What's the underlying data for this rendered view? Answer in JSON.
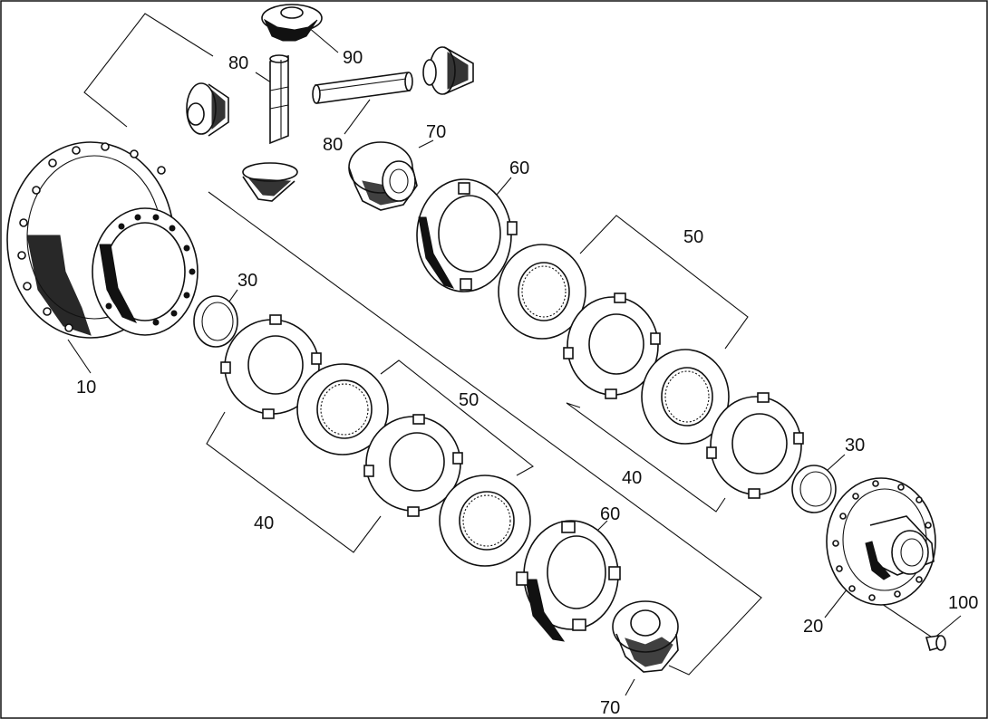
{
  "diagram": {
    "labels": [
      {
        "id": "label-10",
        "text": "10"
      },
      {
        "id": "label-20",
        "text": "20"
      },
      {
        "id": "label-30a",
        "text": "30"
      },
      {
        "id": "label-30b",
        "text": "30"
      },
      {
        "id": "label-40a",
        "text": "40"
      },
      {
        "id": "label-40b",
        "text": "40"
      },
      {
        "id": "label-50a",
        "text": "50"
      },
      {
        "id": "label-50b",
        "text": "50"
      },
      {
        "id": "label-60a",
        "text": "60"
      },
      {
        "id": "label-60b",
        "text": "60"
      },
      {
        "id": "label-70a",
        "text": "70"
      },
      {
        "id": "label-70b",
        "text": "70"
      },
      {
        "id": "label-80a",
        "text": "80"
      },
      {
        "id": "label-80b",
        "text": "80"
      },
      {
        "id": "label-90",
        "text": "90"
      },
      {
        "id": "label-100",
        "text": "100"
      }
    ]
  }
}
